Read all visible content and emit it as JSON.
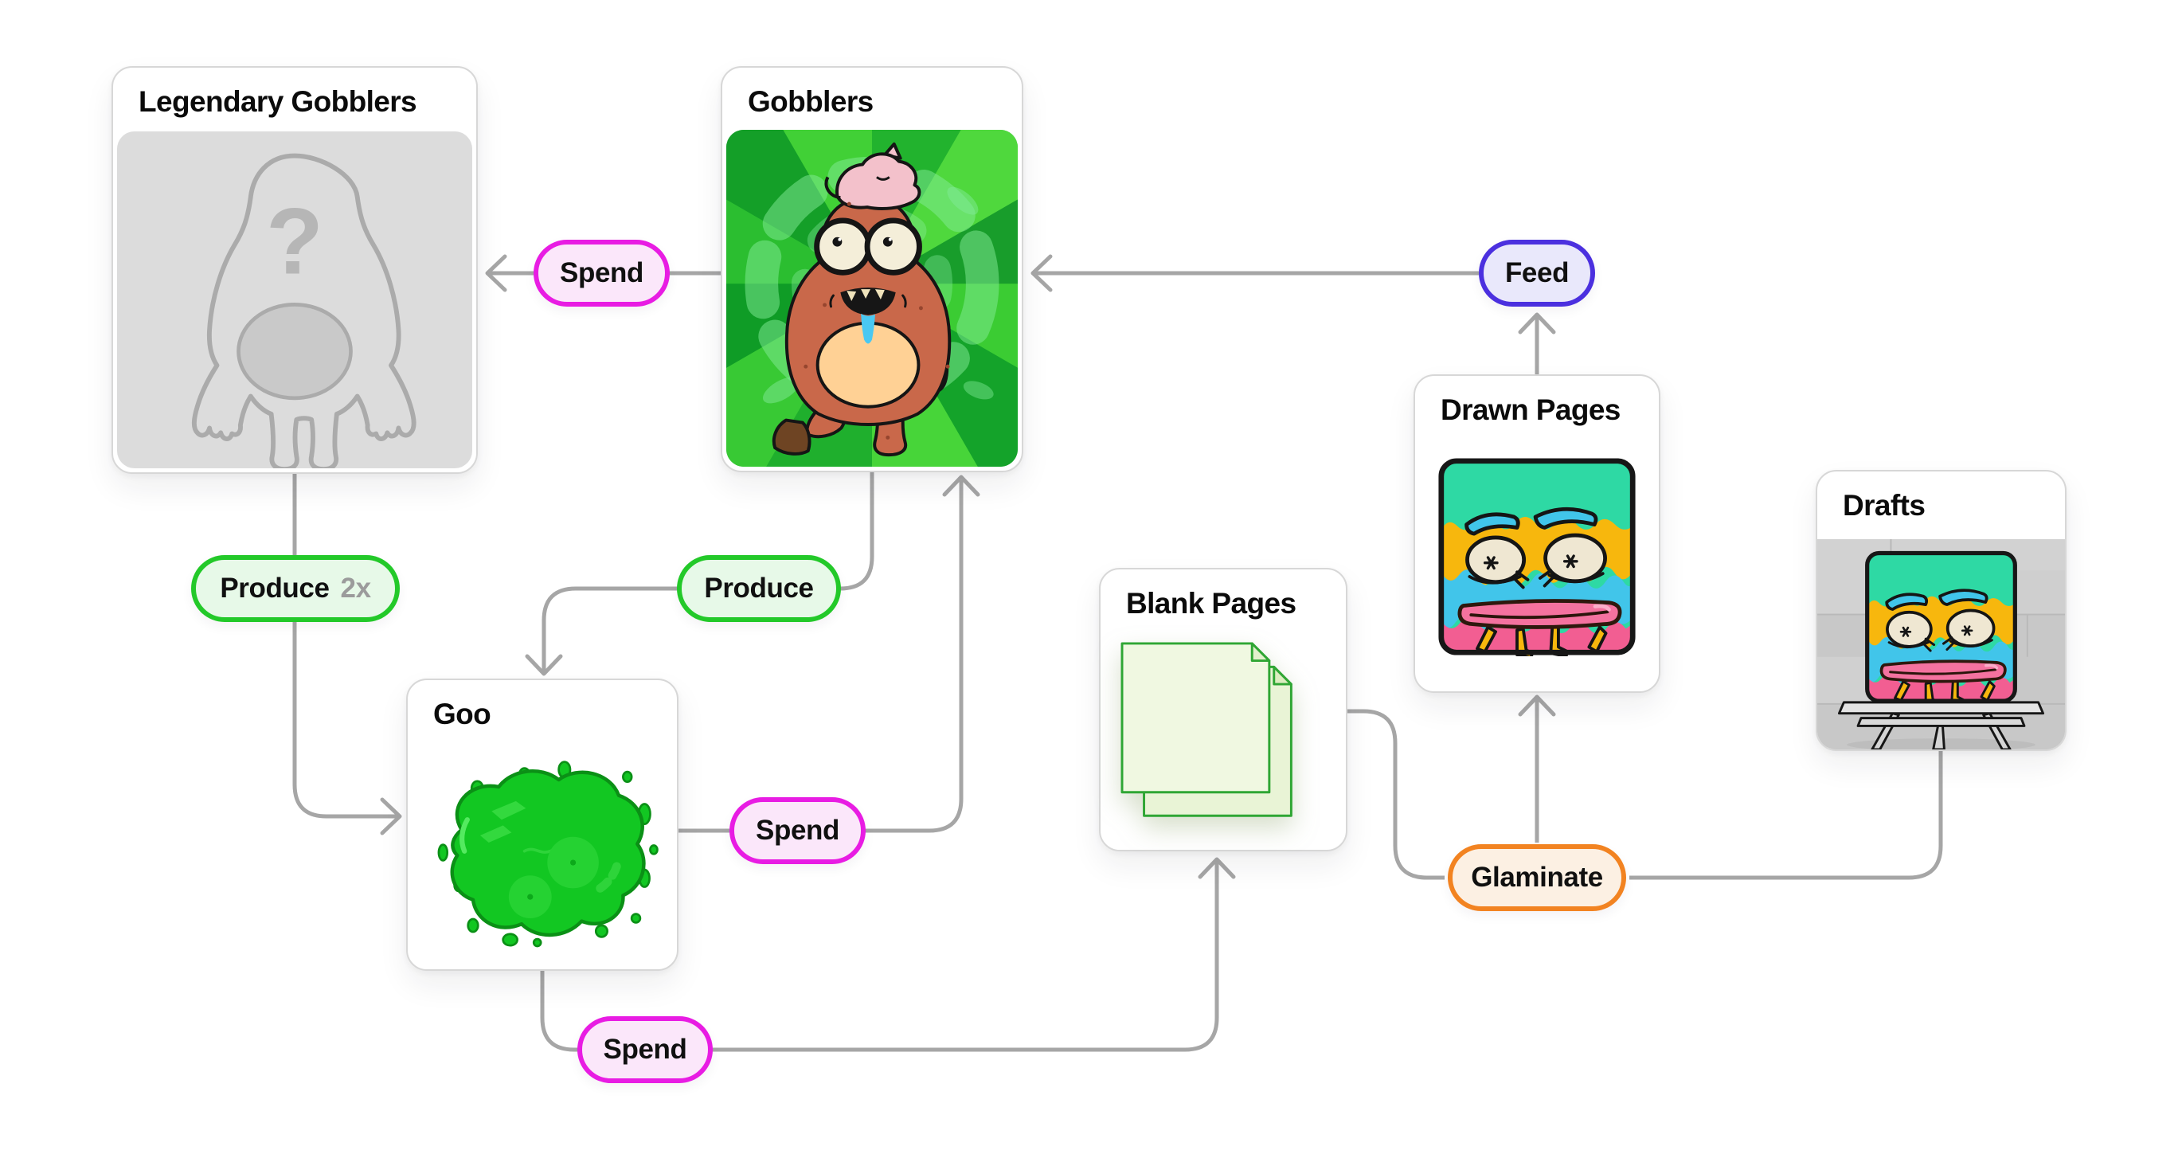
{
  "colors": {
    "connector": "#A6A6A6",
    "card_border": "#D7D7D7",
    "card_title": "#0B0B0B",
    "spend_border": "#E81CE3",
    "spend_bg": "#FBE7FA",
    "feed_border": "#4B30DF",
    "feed_bg": "#E9E8FB",
    "produce_border": "#23C929",
    "produce_bg": "#E7F9E8",
    "glaminate_border": "#F28321",
    "glaminate_bg": "#FCF0E3",
    "multiplier_muted": "#9B9B9B",
    "goo_green": "#12C722",
    "page_fill": "#F0F8E1",
    "legendary_placeholder": "#B6B6B6"
  },
  "nodes": {
    "legendary_gobblers": {
      "title": "Legendary Gobblers",
      "placeholder_glyph": "?"
    },
    "gobblers": {
      "title": "Gobblers"
    },
    "goo": {
      "title": "Goo"
    },
    "blank_pages": {
      "title": "Blank Pages"
    },
    "drawn_pages": {
      "title": "Drawn Pages"
    },
    "drafts": {
      "title": "Drafts"
    }
  },
  "actions": {
    "spend_gobblers": {
      "label": "Spend"
    },
    "feed": {
      "label": "Feed"
    },
    "produce_legendary": {
      "label": "Produce",
      "multiplier": "2x"
    },
    "produce_gobblers": {
      "label": "Produce"
    },
    "spend_goo_gobblers": {
      "label": "Spend"
    },
    "spend_goo_pages": {
      "label": "Spend"
    },
    "glaminate": {
      "label": "Glaminate"
    }
  }
}
